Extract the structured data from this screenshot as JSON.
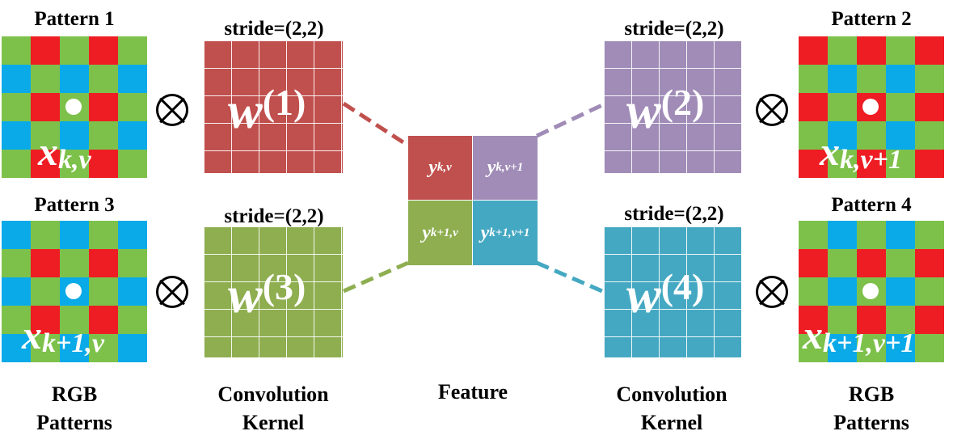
{
  "colors": {
    "red": "#ee1d23",
    "green": "#7dc14b",
    "blue": "#0aaae8",
    "kernel_1": "#c0504d",
    "kernel_2": "#a08cb7",
    "kernel_3": "#8eae50",
    "kernel_4": "#45a8c2"
  },
  "patterns": [
    {
      "title": "Pattern 1",
      "grid": [
        [
          "g",
          "r",
          "g",
          "r",
          "g"
        ],
        [
          "b",
          "g",
          "b",
          "g",
          "b"
        ],
        [
          "g",
          "r",
          "g",
          "r",
          "g"
        ],
        [
          "b",
          "g",
          "b",
          "g",
          "b"
        ],
        [
          "g",
          "r",
          "g",
          "r",
          "g"
        ]
      ],
      "x_base": "x",
      "x_sub": "k,v"
    },
    {
      "title": "Pattern 2",
      "grid": [
        [
          "r",
          "g",
          "r",
          "g",
          "r"
        ],
        [
          "g",
          "b",
          "g",
          "b",
          "g"
        ],
        [
          "r",
          "g",
          "r",
          "g",
          "r"
        ],
        [
          "g",
          "b",
          "g",
          "b",
          "g"
        ],
        [
          "r",
          "g",
          "r",
          "g",
          "r"
        ]
      ],
      "x_base": "x",
      "x_sub": "k,v+1"
    },
    {
      "title": "Pattern 3",
      "grid": [
        [
          "b",
          "g",
          "b",
          "g",
          "b"
        ],
        [
          "g",
          "r",
          "g",
          "r",
          "g"
        ],
        [
          "b",
          "g",
          "b",
          "g",
          "b"
        ],
        [
          "g",
          "r",
          "g",
          "r",
          "g"
        ],
        [
          "b",
          "g",
          "b",
          "g",
          "b"
        ]
      ],
      "x_base": "x",
      "x_sub": "k+1,v"
    },
    {
      "title": "Pattern 4",
      "grid": [
        [
          "g",
          "b",
          "g",
          "b",
          "g"
        ],
        [
          "r",
          "g",
          "r",
          "g",
          "r"
        ],
        [
          "g",
          "b",
          "g",
          "b",
          "g"
        ],
        [
          "r",
          "g",
          "r",
          "g",
          "r"
        ],
        [
          "g",
          "b",
          "g",
          "b",
          "g"
        ]
      ],
      "x_base": "x",
      "x_sub": "k+1,v+1"
    }
  ],
  "kernels": [
    {
      "stride_label": "stride=",
      "stride_value": "(2,2)",
      "w_base": "w",
      "w_sup": "(1)"
    },
    {
      "stride_label": "stride=",
      "stride_value": "(2,2)",
      "w_base": "w",
      "w_sup": "(2)"
    },
    {
      "stride_label": "stride=",
      "stride_value": "(2,2)",
      "w_base": "w",
      "w_sup": "(3)"
    },
    {
      "stride_label": "stride=",
      "stride_value": "(2,2)",
      "w_base": "w",
      "w_sup": "(4)"
    }
  ],
  "operator_symbol": "⊗",
  "feature": [
    {
      "base": "y",
      "sub": "k,v"
    },
    {
      "base": "y",
      "sub": "k,v+1"
    },
    {
      "base": "y",
      "sub": "k+1,v"
    },
    {
      "base": "y",
      "sub": "k+1,v+1"
    }
  ],
  "captions": {
    "left_patterns": [
      "RGB",
      "Patterns"
    ],
    "left_kernel": [
      "Convolution",
      "Kernel"
    ],
    "feature": "Feature",
    "right_kernel": [
      "Convolution",
      "Kernel"
    ],
    "right_patterns": [
      "RGB",
      "Patterns"
    ]
  }
}
